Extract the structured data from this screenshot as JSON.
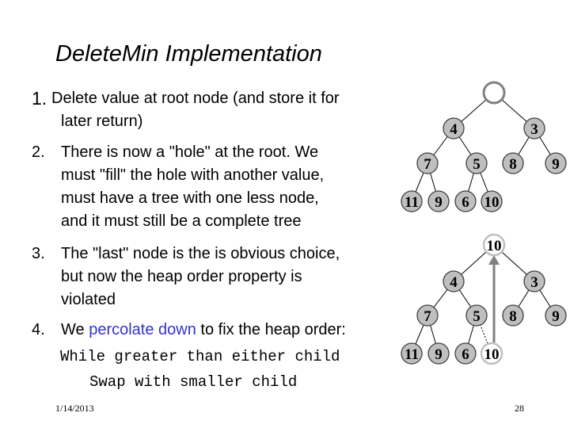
{
  "slide": {
    "title": "DeleteMin Implementation",
    "items": [
      {
        "num": "1.",
        "lines": [
          "Delete value at root node (and store it for",
          "later return)"
        ]
      },
      {
        "num": "2.",
        "lines": [
          "There is now a \"hole\" at the root. We",
          "must \"fill\" the hole with another value,",
          "must have a tree with one less node,",
          "and it must still be a complete tree"
        ]
      },
      {
        "num": "3.",
        "lines": [
          "The \"last\" node is the is obvious choice,",
          "but now the heap order property is",
          "violated"
        ]
      },
      {
        "num": "4.",
        "pre": "We ",
        "accent": "percolate down",
        "post": " to fix the heap order:"
      }
    ],
    "code": [
      "While greater than either child",
      "Swap with smaller child"
    ],
    "date": "1/14/2013",
    "page": "28",
    "accent_color": "#3333cc"
  },
  "trees": [
    {
      "nodes": [
        "",
        "4",
        "3",
        "7",
        "5",
        "8",
        "9",
        "11",
        "9",
        "6",
        "10"
      ],
      "root_state": "hole"
    },
    {
      "nodes": [
        "10",
        "4",
        "3",
        "7",
        "5",
        "8",
        "9",
        "11",
        "9",
        "6",
        "10"
      ],
      "root_state": "moved",
      "last_state": "vacated"
    }
  ]
}
